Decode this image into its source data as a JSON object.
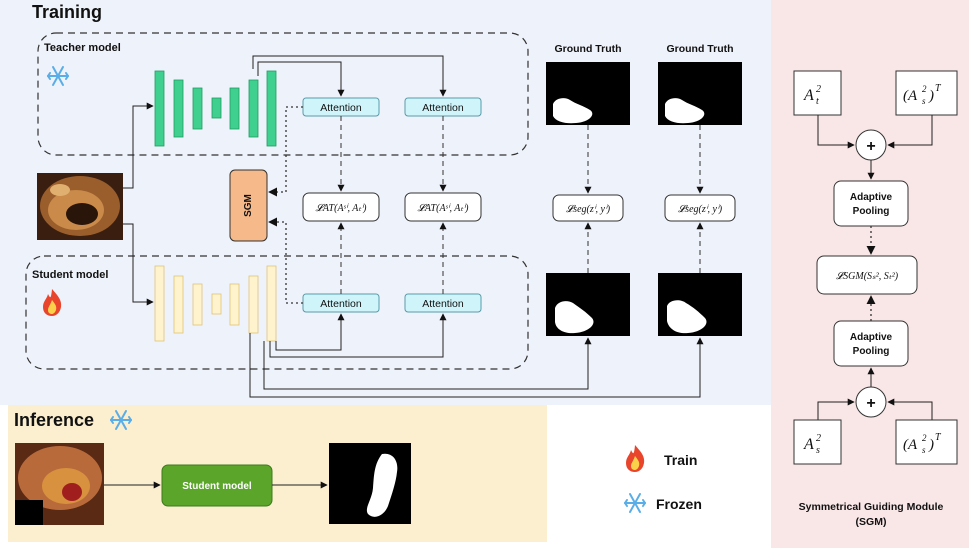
{
  "training": {
    "title": "Training",
    "teacher_label": "Teacher model",
    "student_label": "Student model",
    "sgm_block": "SGM",
    "attention_labels": [
      "Attention",
      "Attention",
      "Attention",
      "Attention"
    ],
    "loss_at": [
      "𝓛AT(Aˢⁱ, Aₜⁱ)",
      "𝓛AT(Aˢⁱ, Aₜⁱ)"
    ],
    "loss_seg": [
      "𝓛seg(zⁱ, yⁱ)",
      "𝓛seg(zⁱ, yⁱ)"
    ],
    "ground_truth_labels": [
      "Ground Truth",
      "Ground Truth"
    ]
  },
  "inference": {
    "title": "Inference",
    "student_model_label": "Student model"
  },
  "legend": {
    "train_label": "Train",
    "frozen_label": "Frozen",
    "train_icon": "fire-icon",
    "frozen_icon": "snowflake-icon"
  },
  "sgm": {
    "input_top_left": "A_t^2",
    "input_top_right": "(A_s^2)^T",
    "adaptive_pooling_top": "Adaptive\nPooling",
    "loss_sgm": "𝓛SGM(Sₛ², Sₜ²)",
    "adaptive_pooling_bottom": "Adaptive\nPooling",
    "input_bottom_left": "A_s^2",
    "input_bottom_right": "(A_s^2)^T",
    "plus_symbol": "+",
    "caption_line1": "Symmetrical Guiding Module",
    "caption_line2": "(SGM)"
  },
  "colors": {
    "training_bg": "#eef2fa",
    "sgm_panel_bg": "#f9e6e6",
    "inference_bg": "#fbefd0",
    "teacher_layer": "#3fcf8e",
    "student_layer": "#fff3cd",
    "attention_fill": "#cff5fb",
    "sgm_fill": "#f5b98a",
    "student_model_green": "#5aa52a",
    "snowflake": "#5aaee8",
    "fire": "#e8452c"
  }
}
